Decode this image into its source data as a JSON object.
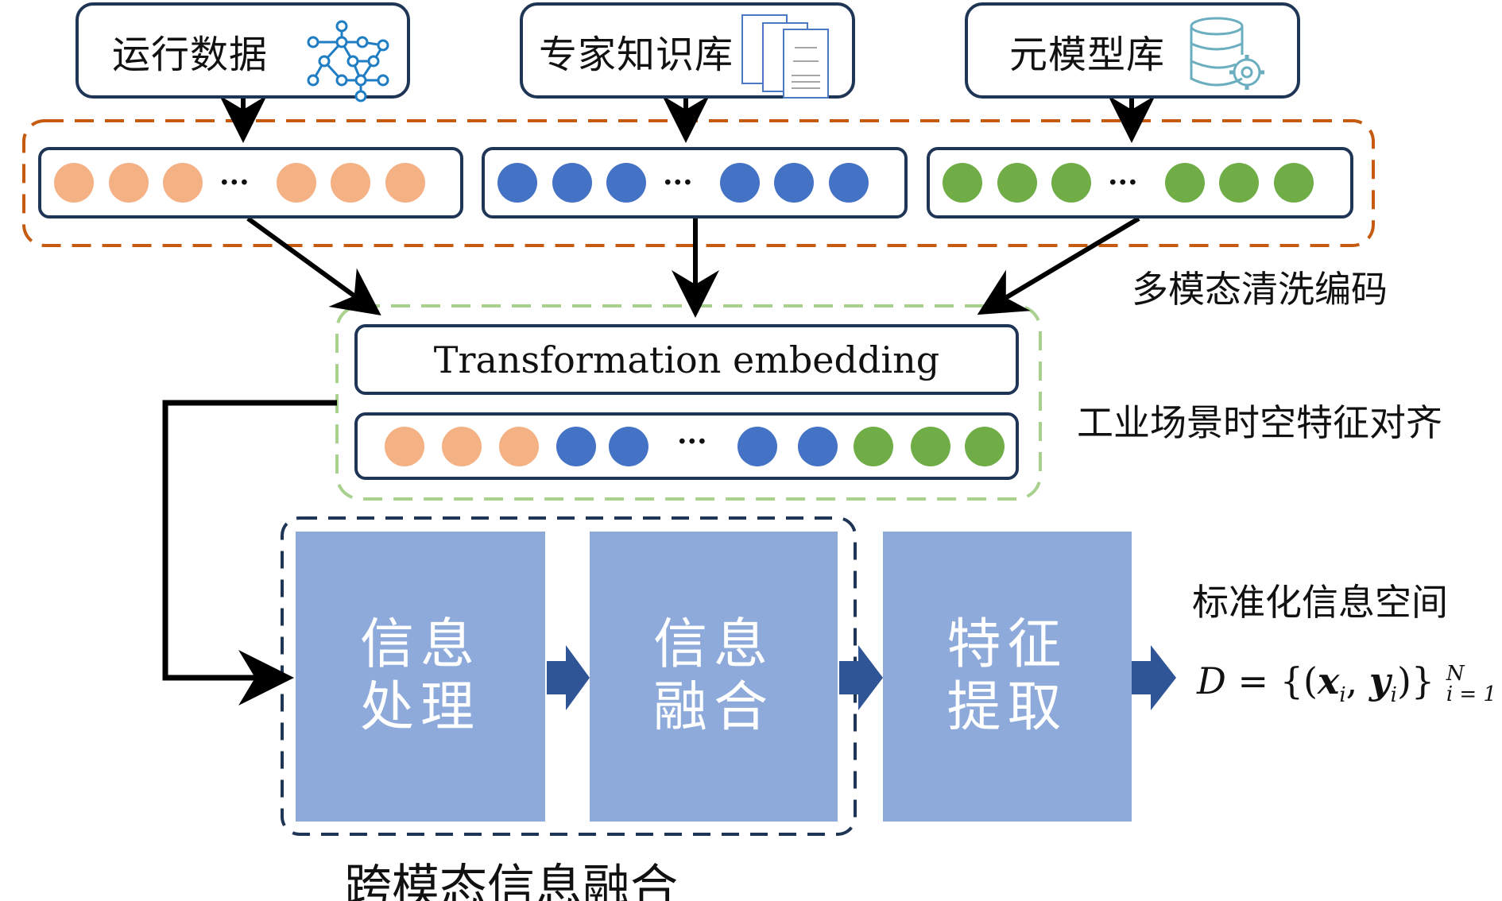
{
  "sources": [
    {
      "label": "运行数据",
      "icon": "network-graph-icon"
    },
    {
      "label": "专家知识库",
      "icon": "document-stack-icon"
    },
    {
      "label": "元模型库",
      "icon": "database-gear-icon"
    }
  ],
  "encoding_rows": [
    {
      "color": "#f4b183",
      "ellipsis": "···"
    },
    {
      "color": "#4472c4",
      "ellipsis": "···"
    },
    {
      "color": "#70ad47",
      "ellipsis": "···"
    }
  ],
  "labels": {
    "multimodal_cleaning": "多模态清洗编码",
    "spatiotemporal_alignment": "工业场景时空特征对齐",
    "standardized_space": "标准化信息空间",
    "cross_modal_fusion": "跨模态信息融合"
  },
  "embedding": {
    "title": "Transformation embedding",
    "ellipsis": "···",
    "sequence": [
      "#f4b183",
      "#f4b183",
      "#f4b183",
      "#4472c4",
      "#4472c4",
      "gap",
      "#4472c4",
      "#4472c4",
      "#70ad47",
      "#70ad47",
      "#70ad47"
    ]
  },
  "blocks": [
    {
      "label": "信息\n处理"
    },
    {
      "label": "信息\n融合"
    },
    {
      "label": "特征\n提取"
    }
  ],
  "formula": {
    "lhs": "D",
    "eq": "=",
    "x": "x",
    "y": "y",
    "index": "i",
    "upper": "N",
    "lower": "i = 1"
  },
  "colors": {
    "orange": "#f4b183",
    "blue": "#4472c4",
    "green": "#70ad47",
    "navy": "#1f3556",
    "block": "#8eaadb",
    "block_arrow": "#2f5597",
    "orange_dash": "#c55a11",
    "green_dash": "#a9d18e"
  }
}
